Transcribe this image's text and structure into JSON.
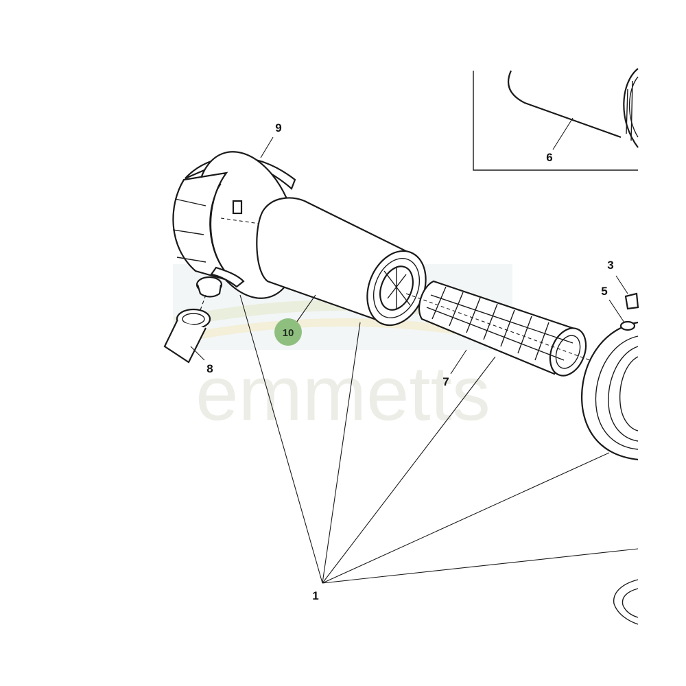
{
  "watermark": {
    "text": "emmetts",
    "color": "#d6d8c8"
  },
  "highlight_color": "#8fbf7f",
  "callouts": {
    "c1": "1",
    "c3": "3",
    "c5": "5",
    "c6": "6",
    "c7": "7",
    "c8": "8",
    "c9": "9",
    "c10": "10"
  }
}
